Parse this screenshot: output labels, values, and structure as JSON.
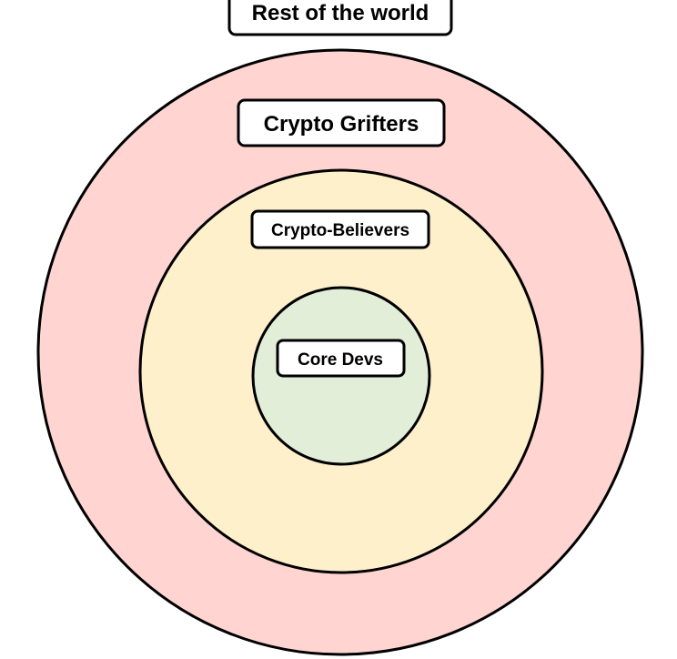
{
  "diagram": {
    "outer_label": "Rest of the world",
    "rings": [
      {
        "label": "Crypto Grifters",
        "fill": "#FFD4D1"
      },
      {
        "label": "Crypto-Believers",
        "fill": "#FFF0CC"
      },
      {
        "label": "Core Devs",
        "fill": "#E2EED8"
      }
    ],
    "outline_color": "#000000",
    "label_box_fill": "#FFFFFF"
  }
}
